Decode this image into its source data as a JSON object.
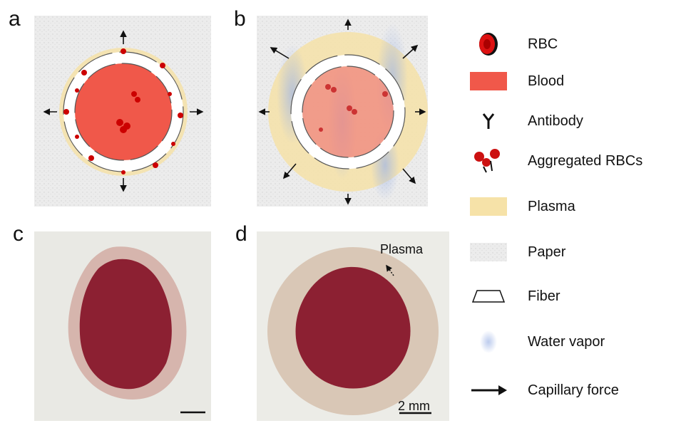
{
  "panels": {
    "a": "a",
    "b": "b",
    "c": "c",
    "d": "d"
  },
  "photo_annotations": {
    "plasma": "Plasma",
    "scale": "2 mm"
  },
  "legend": [
    {
      "icon": "rbc-icon",
      "label": "RBC"
    },
    {
      "icon": "blood-icon",
      "label": "Blood"
    },
    {
      "icon": "antibody-icon",
      "label": "Antibody"
    },
    {
      "icon": "aggregated-rbc-icon",
      "label": "Aggregated RBCs"
    },
    {
      "icon": "plasma-icon",
      "label": "Plasma"
    },
    {
      "icon": "paper-icon",
      "label": "Paper"
    },
    {
      "icon": "fiber-icon",
      "label": "Fiber"
    },
    {
      "icon": "water-vapor-icon",
      "label": "Water vapor"
    },
    {
      "icon": "arrow-icon",
      "label": "Capillary force"
    }
  ],
  "colors": {
    "blood": "#f0584a",
    "plasma": "#f6e2a8",
    "paper": "#ececec",
    "rbc": "#cc1111",
    "photo_blood": "#8c2032",
    "photo_plasma": "#d9c7b6"
  }
}
